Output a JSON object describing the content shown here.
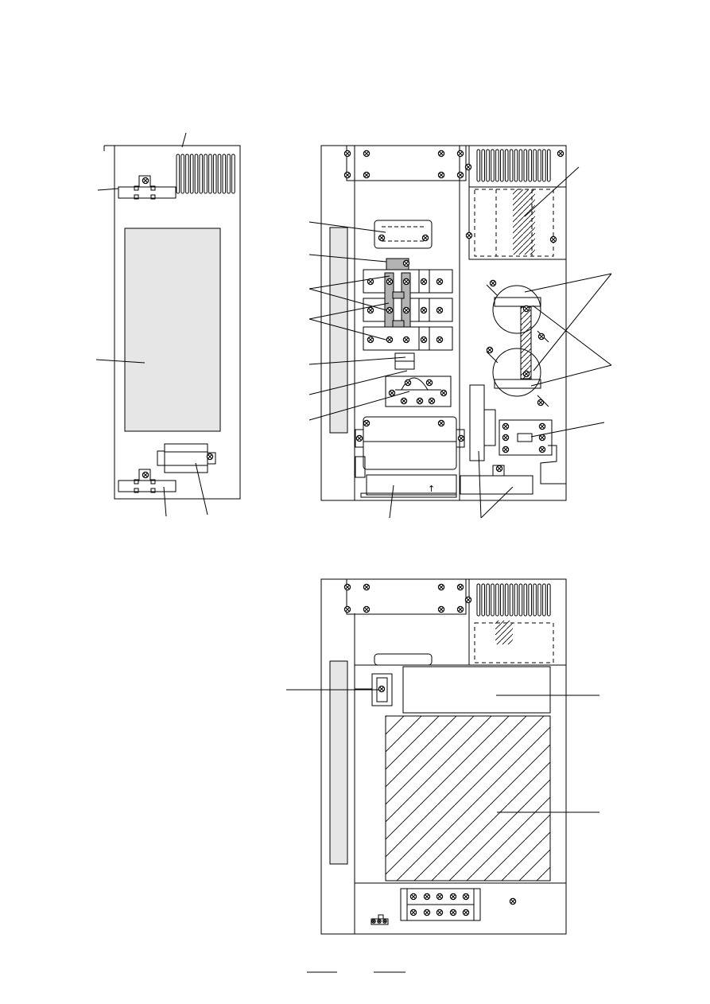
{
  "page": {
    "background": "#ffffff",
    "line_color": "#000000",
    "panel_fill": "#e6e6e6",
    "dark_fill": "#b3b3b3"
  },
  "icons": {
    "fastener": "screw-icon",
    "flow_mark": "arrow-up-icon"
  },
  "figures": [
    {
      "name": "left-panel-view",
      "callout_count": 5
    },
    {
      "name": "top-right-cabinet-view",
      "callout_count": 11
    },
    {
      "name": "bottom-right-cabinet-view",
      "callout_count": 3
    }
  ],
  "footer": {
    "blank_lines": 2
  }
}
